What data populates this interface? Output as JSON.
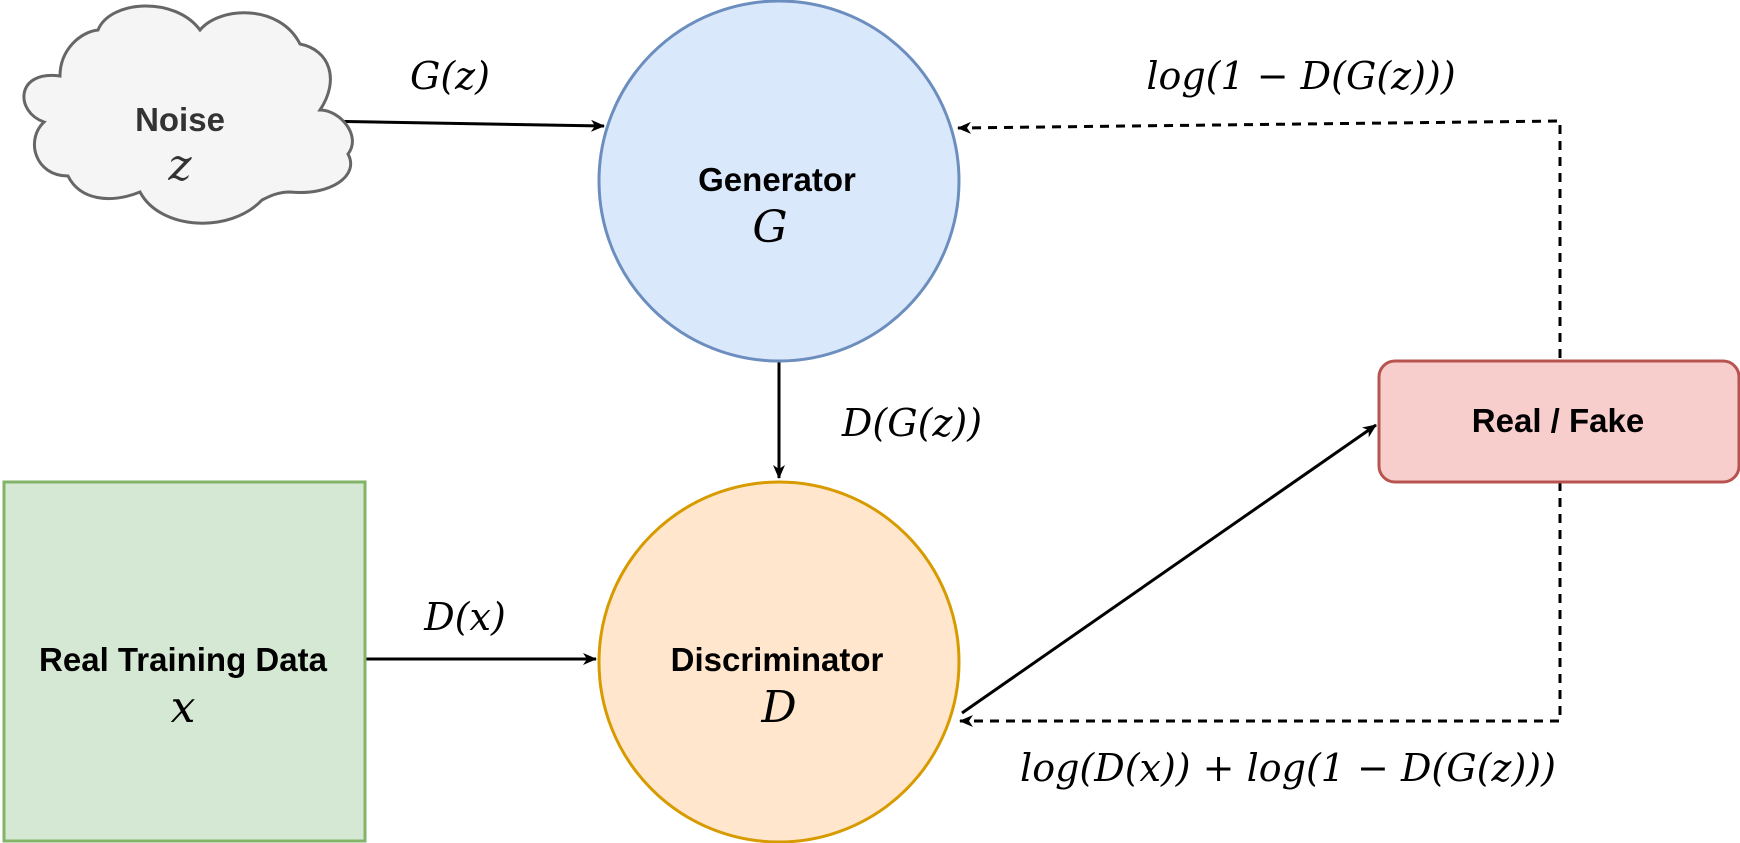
{
  "nodes": {
    "noise": {
      "title": "Noise",
      "symbol": "z",
      "fill": "#f5f5f5",
      "stroke": "#666666"
    },
    "generator": {
      "title": "Generator",
      "symbol": "G",
      "fill": "#dae8fc",
      "stroke": "#6c8ebf"
    },
    "discriminator": {
      "title": "Discriminator",
      "symbol": "D",
      "fill": "#ffe6cc",
      "stroke": "#d79b00"
    },
    "real_data": {
      "title": "Real Training Data",
      "symbol": "x",
      "fill": "#d5e8d4",
      "stroke": "#82b366"
    },
    "real_fake": {
      "title": "Real / Fake",
      "fill": "#f8cecc",
      "stroke": "#b85450"
    }
  },
  "edges": {
    "noise_to_generator": {
      "label": "G(z)",
      "style": "solid"
    },
    "generator_to_discriminator": {
      "label": "D(G(z))",
      "style": "solid"
    },
    "data_to_discriminator": {
      "label": "D(x)",
      "style": "solid"
    },
    "discriminator_to_output": {
      "style": "solid"
    },
    "output_to_generator": {
      "label": "log(1 − D(G(z)))",
      "style": "dashed"
    },
    "output_to_discriminator": {
      "label": "log(D(x)) + log(1 − D(G(z)))",
      "style": "dashed"
    }
  }
}
